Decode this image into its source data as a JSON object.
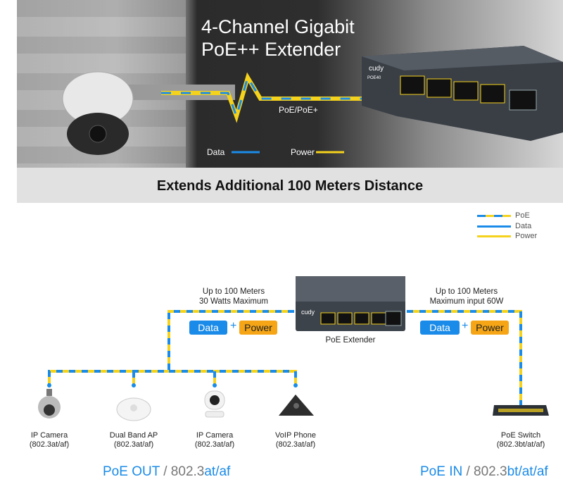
{
  "hero": {
    "title_line1": "4-Channel Gigabit",
    "title_line2": "PoE++ Extender",
    "poe_label": "PoE/PoE+",
    "data_label": "Data",
    "power_label": "Power",
    "device_brand": "cudy",
    "device_model": "POE40"
  },
  "banner": {
    "text": "Extends Additional 100 Meters Distance"
  },
  "legend": {
    "poe": "PoE",
    "data": "Data",
    "power": "Power"
  },
  "colors": {
    "data": "#1a8be8",
    "power": "#f5d21c",
    "accent_blue": "#1a8be8",
    "accent_orange": "#f5a515"
  },
  "left_segment": {
    "line1": "Up to 100 Meters",
    "line2": "30 Watts Maximum",
    "data_chip": "Data",
    "plus": "+",
    "power_chip": "Power"
  },
  "right_segment": {
    "line1": "Up to 100 Meters",
    "line2": "Maximum input 60W",
    "data_chip": "Data",
    "plus": "+",
    "power_chip": "Power"
  },
  "extender": {
    "label": "PoE Extender",
    "brand": "cudy"
  },
  "devices": [
    {
      "name": "IP Camera",
      "standard": "(802.3at/af)",
      "icon": "dome-camera-icon"
    },
    {
      "name": "Dual Band AP",
      "standard": "(802.3at/af)",
      "icon": "access-point-icon"
    },
    {
      "name": "IP Camera",
      "standard": "(802.3at/af)",
      "icon": "home-camera-icon"
    },
    {
      "name": "VoIP Phone",
      "standard": "(802.3at/af)",
      "icon": "voip-phone-icon"
    },
    {
      "name": "PoE Switch",
      "standard": "(802.3bt/at/af)",
      "icon": "poe-switch-icon"
    }
  ],
  "bottom": {
    "out_main": "PoE OUT",
    "out_sep": " / 802.3",
    "out_std": "at/af",
    "in_main": "PoE IN",
    "in_sep": " / 802.3",
    "in_std": "bt/at/af"
  }
}
